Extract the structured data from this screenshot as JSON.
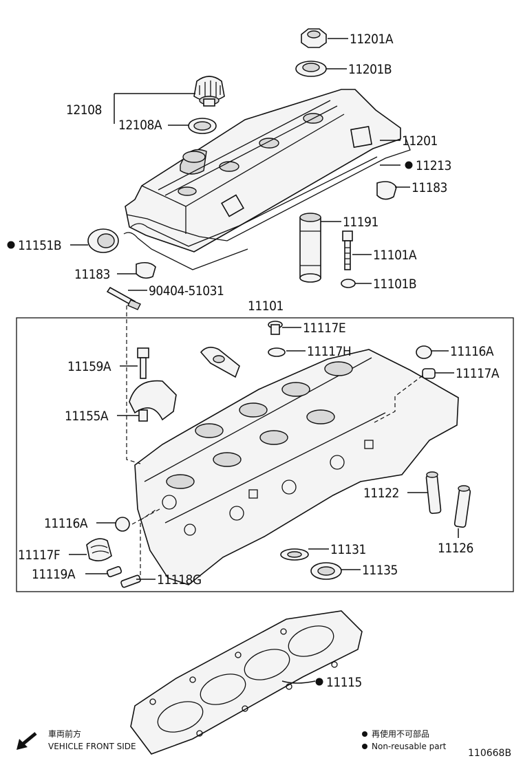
{
  "labels": {
    "p11201A": "11201A",
    "p11201B": "11201B",
    "p12108": "12108",
    "p12108A": "12108A",
    "p11201": "11201",
    "p11213": "11213",
    "p11183_right": "11183",
    "p11191": "11191",
    "p11151B": "11151B",
    "p11101A": "11101A",
    "p11183_left": "11183",
    "p11101B": "11101B",
    "p90404": "90404-51031",
    "p11101": "11101",
    "p11117E": "11117E",
    "p11117H": "11117H",
    "p11159A": "11159A",
    "p11116A_right": "11116A",
    "p11117A": "11117A",
    "p11155A": "11155A",
    "p11122": "11122",
    "p11116A_left": "11116A",
    "p11126": "11126",
    "p11117F": "11117F",
    "p11131": "11131",
    "p11135": "11135",
    "p11119A": "11119A",
    "p11118G": "11118G",
    "p11115": "11115"
  },
  "footer": {
    "direction_jp": "車両前方",
    "direction_en": "VEHICLE FRONT SIDE",
    "legend_jp": "再使用不可部品",
    "legend_en": "Non-reusable part",
    "diagram_code": "110668B"
  }
}
